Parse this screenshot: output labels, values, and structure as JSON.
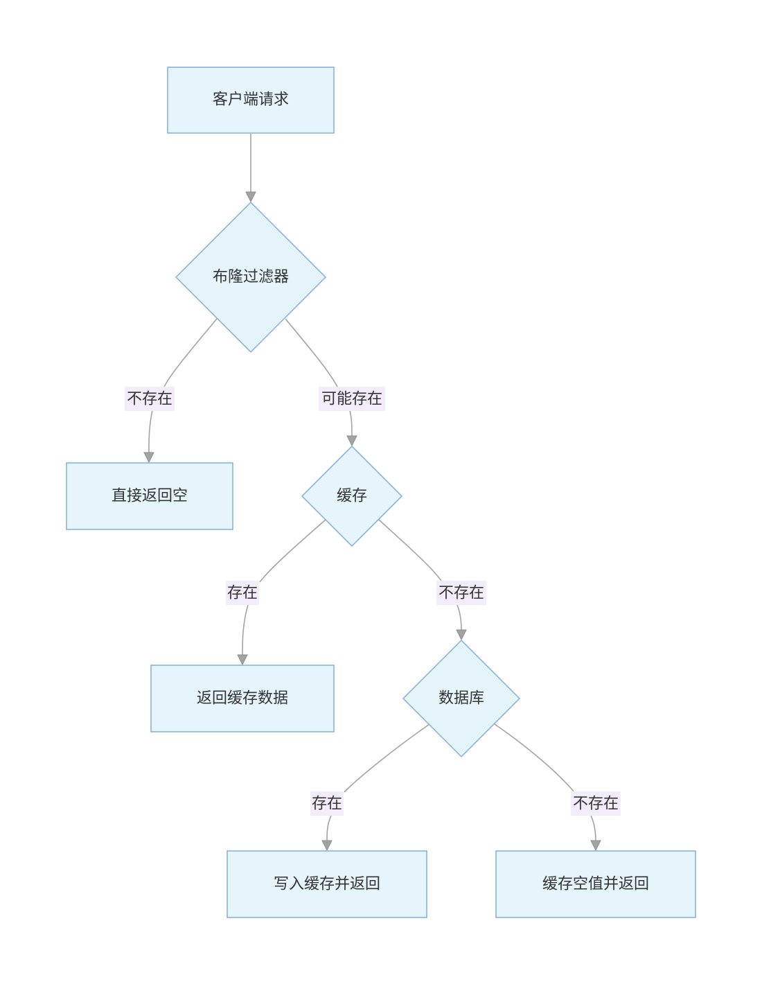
{
  "nodes": {
    "client_request": "客户端请求",
    "bloom_filter": "布隆过滤器",
    "return_empty": "直接返回空",
    "cache": "缓存",
    "return_cached": "返回缓存数据",
    "database": "数据库",
    "write_cache_return": "写入缓存并返回",
    "cache_null_return": "缓存空值并返回"
  },
  "edges": {
    "bloom_not_exist": "不存在",
    "bloom_maybe_exist": "可能存在",
    "cache_exist": "存在",
    "cache_not_exist": "不存在",
    "db_exist": "存在",
    "db_not_exist": "不存在"
  }
}
